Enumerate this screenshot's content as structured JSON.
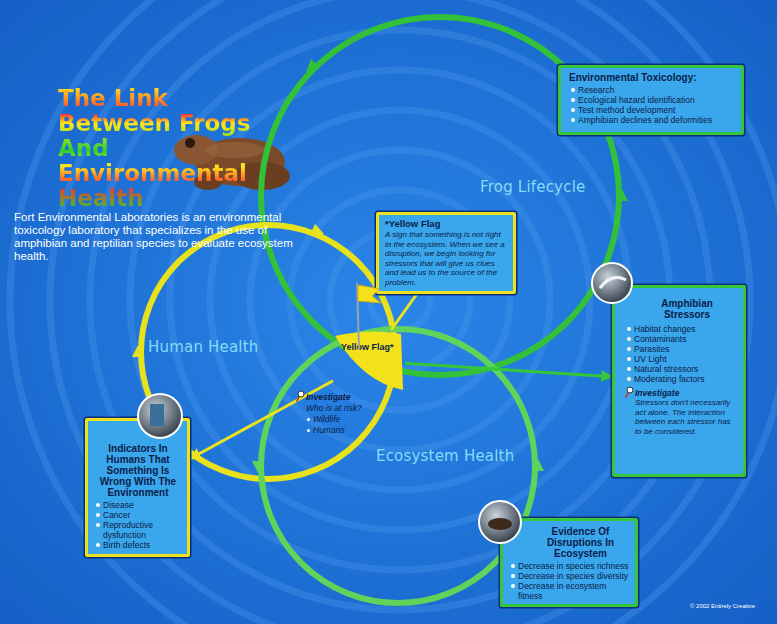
{
  "diagram": {
    "title": "The Link Between Frogs And Environmental Health",
    "nodes": [
      {
        "text": [
          "Environmental Toxicology:",
          "Research",
          "Ecological hazard identification",
          "Test method development",
          "Amphibian declines and deformities"
        ]
      },
      {
        "text": [
          "Frog Lifecycle"
        ]
      },
      {
        "text": [
          "*Yellow Flag",
          "A sign that something is not right in the ecosystem. When we see a disruption, we begin looking for stressors that will give us clues and lead us to the source of the problem."
        ]
      },
      {
        "text": [
          "Human Health"
        ]
      },
      {
        "text": [
          "Yellow Flag*"
        ]
      },
      {
        "text": [
          "Amphibian Stressors",
          "Habitat changes",
          "Contaminants",
          "Parasites",
          "UV Light",
          "Natural stressors",
          "Moderating factors",
          "Investigate",
          "Stressors don't necessarily act alone. The interaction between each stressor has to be considered."
        ]
      },
      {
        "text": [
          "Indicators In Humans That Something Is Wrong With The Environment",
          "Disease",
          "Cancer",
          "Reproductive dysfunction",
          "Birth defects"
        ]
      },
      {
        "text": [
          "Ecosystem Health"
        ]
      },
      {
        "text": [
          "Evidence Of Disruptions In Ecosystem",
          "Decrease in species richness",
          "Decrease in species diversity",
          "Decrease in ecosystem fitness"
        ]
      }
    ],
    "edges": [
      {
        "from": 4,
        "to": 2,
        "arrow": "none"
      },
      {
        "from": 4,
        "to": 5,
        "arrow": "to"
      },
      {
        "from": 4,
        "to": 6,
        "arrow": "to"
      }
    ],
    "labels": [
      "Fort Environmental Laboratories is an environmental toxicology laboratory that specializes in the use of amphibian and reptilian species to evaluate ecosystem health.",
      "Investigate",
      "Who is at risk?",
      "Wildlife",
      "Humans",
      "© 2002 Entirely Creative"
    ]
  }
}
